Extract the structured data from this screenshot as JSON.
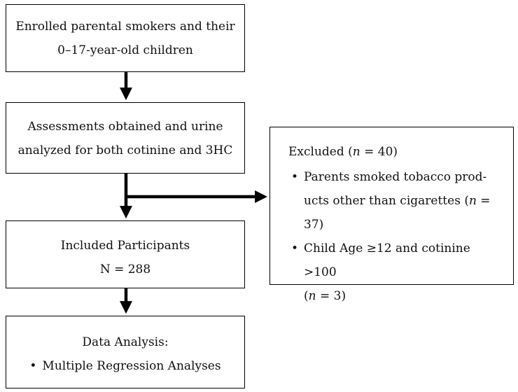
{
  "enrolled": {
    "line1": "Enrolled parental smokers and their",
    "line2": "0–17-year-old children"
  },
  "assessments": {
    "line1": "Assessments obtained and urine",
    "line2": "analyzed for both cotinine and 3HC"
  },
  "included": {
    "title": "Included Participants",
    "count": "N = 288"
  },
  "analysis": {
    "title": "Data Analysis:",
    "bullet": "Multiple Regression Analyses"
  },
  "excluded": {
    "title_prefix": "Excluded (",
    "title_n": "n",
    "title_suffix": " = 40)",
    "item1_line1": "Parents smoked tobacco prod-",
    "item1_line2_prefix": "ucts other than cigarettes (",
    "item1_n": "n",
    "item1_suffix": " = 37)",
    "item2_line1": "Child Age ≥12 and cotinine >100",
    "item2_line2_prefix": "(",
    "item2_n": "n",
    "item2_suffix": " = 3)"
  }
}
